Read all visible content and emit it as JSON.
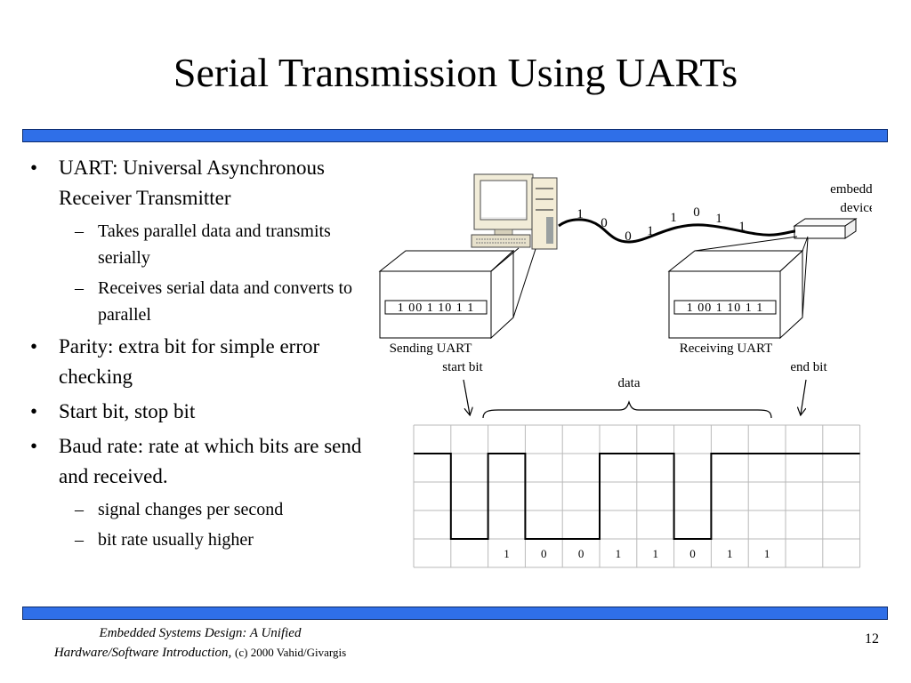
{
  "slide": {
    "title": "Serial Transmission Using UARTs",
    "bullets": [
      {
        "text": "UART: Universal Asynchronous Receiver Transmitter",
        "sub": [
          "Takes parallel data and transmits serially",
          "Receives serial data and converts to parallel"
        ]
      },
      {
        "text": "Parity: extra bit for simple error checking",
        "sub": []
      },
      {
        "text": "Start bit, stop bit",
        "sub": []
      },
      {
        "text": "Baud rate: rate at which bits are send and received.",
        "sub": [
          "signal changes per second",
          "bit rate usually higher"
        ]
      }
    ],
    "bullet_marker": "•",
    "sub_marker": "–"
  },
  "diagram": {
    "embedded_device_label": [
      "embedded",
      "device"
    ],
    "wire_bits": [
      "1",
      "0",
      "0",
      "1",
      "1",
      "0",
      "1",
      "1"
    ],
    "sending_label": "Sending UART",
    "receiving_label": "Receiving UART",
    "register_bits": [
      "1",
      "0",
      "0",
      "1",
      "1",
      "0",
      "1",
      "1"
    ],
    "start_bit_label": "start bit",
    "end_bit_label": "end bit",
    "data_label": "data",
    "waveform_bits": [
      "1",
      "0",
      "0",
      "1",
      "1",
      "0",
      "1",
      "1"
    ]
  },
  "footer": {
    "book_line1": "Embedded Systems Design: A Unified",
    "book_line2": "Hardware/Software Introduction,",
    "copyright": "(c) 2000 Vahid/Givargis",
    "page_number": "12"
  }
}
